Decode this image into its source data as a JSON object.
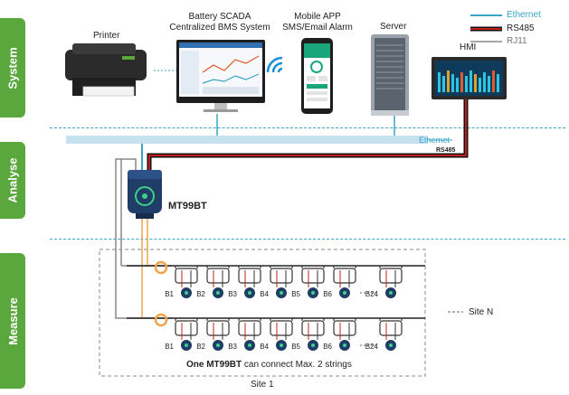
{
  "sections": {
    "system": "System",
    "analyse": "Analyse",
    "measure": "Measure"
  },
  "legend": {
    "ethernet": "Ethernet",
    "rs485": "RS485",
    "rj11": "RJ11"
  },
  "devices": {
    "printer": "Printer",
    "scada_line1": "Battery SCADA",
    "scada_line2": "Centralized BMS System",
    "app_line1": "Mobile APP",
    "app_line2": "SMS/Email Alarm",
    "server": "Server",
    "hmi": "HMI"
  },
  "bus": {
    "ethernet_label": "Ethernet",
    "rs485_label": "RS485"
  },
  "controller": {
    "model": "MT99BT"
  },
  "strings": {
    "labels": [
      "B1",
      "B2",
      "B3",
      "B4",
      "B5",
      "B6",
      "B24"
    ],
    "note_bold": "One MT99BT",
    "note_rest": " can connect Max. 2 strings",
    "site": "Site 1",
    "site_n": "Site N"
  },
  "colors": {
    "ethernet": "#3aa5c7",
    "rs485": "#c0201b",
    "rj11": "#888888",
    "tab_green": "#5aa83d"
  }
}
